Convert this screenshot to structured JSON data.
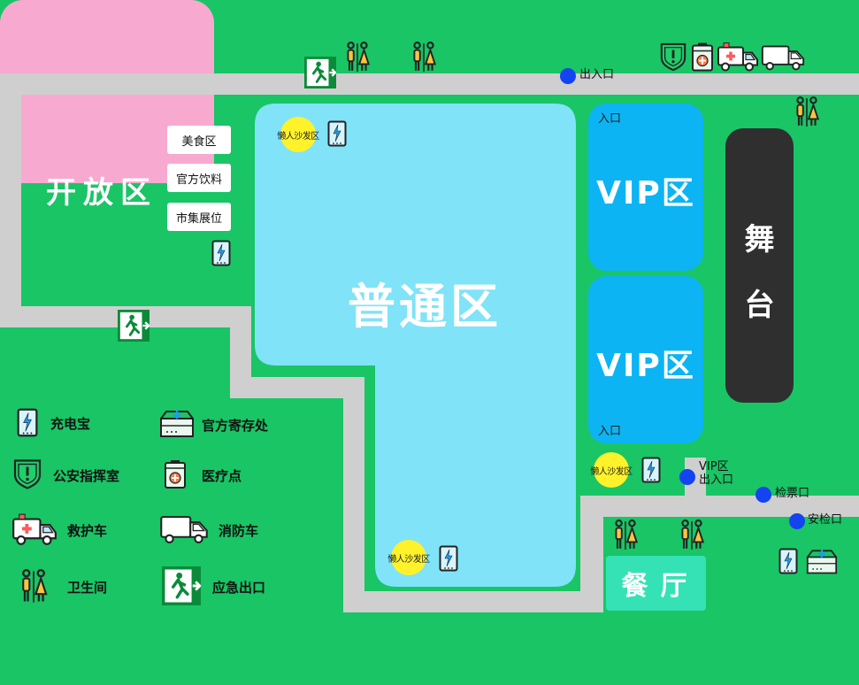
{
  "colors": {
    "background": "#19c565",
    "road": "#cfcfcf",
    "open_zone": "#f8a9d0",
    "general_zone": "#80e3f8",
    "vip_zone": "#0db4f3",
    "stage": "#2f2f2f",
    "restaurant": "#35e2b5",
    "sofa": "#fff22a",
    "point": "#1443f0"
  },
  "zones": {
    "open": {
      "title": "开放区",
      "items": [
        "美食区",
        "官方饮料",
        "市集展位"
      ]
    },
    "general": {
      "title": "普通区"
    },
    "vip_top": {
      "title": "VIP区",
      "entry": "入口"
    },
    "vip_bottom": {
      "title": "VIP区",
      "entry": "入口"
    },
    "stage": {
      "char1": "舞",
      "char2": "台"
    },
    "restaurant": {
      "title": "餐厅"
    }
  },
  "sofa_label": "懒人沙发区",
  "points": {
    "exit_entrance": "出入口",
    "vip_exit_line1": "VIP区",
    "vip_exit_line2": "出入口",
    "ticket_check": "检票口",
    "security_check": "安检口"
  },
  "legend": {
    "power_bank": "充电宝",
    "storage": "官方寄存处",
    "police": "公安指挥室",
    "medical": "医疗点",
    "ambulance": "救护车",
    "fire_truck": "消防车",
    "restroom": "卫生间",
    "emergency_exit": "应急出口"
  },
  "icons": [
    "power-bank-icon",
    "storage-box-icon",
    "police-shield-icon",
    "medical-kit-icon",
    "ambulance-icon",
    "fire-truck-icon",
    "restroom-icon",
    "emergency-exit-icon"
  ]
}
